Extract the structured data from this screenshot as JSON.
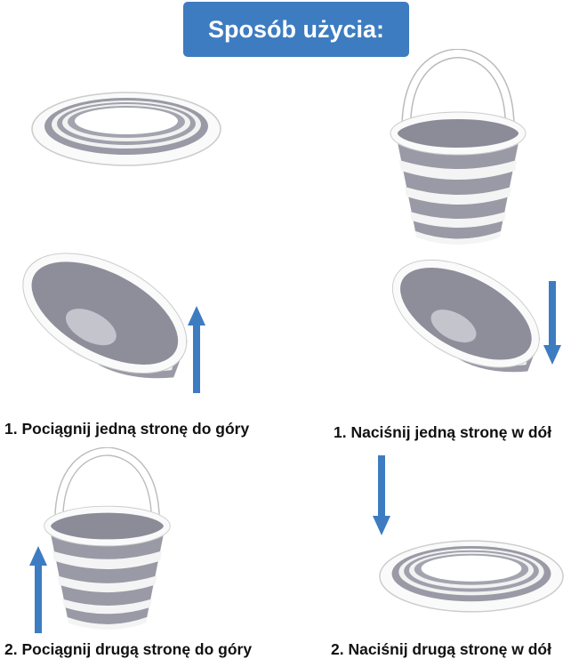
{
  "header": {
    "title": "Sposób użycia:"
  },
  "captions": {
    "open_step1": "1. Pociągnij jedną stronę do góry",
    "close_step1": "1. Naciśnij jedną stronę w dół",
    "open_step2": "2. Pociągnij drugą stronę do góry",
    "close_step2": "2. Naciśnij drugą stronę w dół"
  },
  "colors": {
    "header": "#3d7cc0",
    "arrow": "#3d7cc0",
    "bucket_gray": "#9a9aa6"
  }
}
